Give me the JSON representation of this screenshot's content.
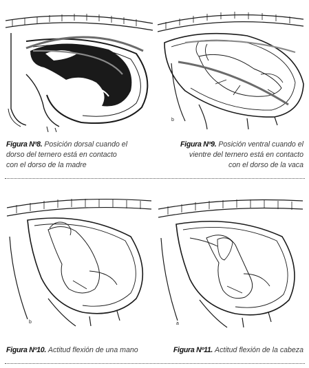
{
  "figures": [
    {
      "id": "fig8",
      "label": "Figura Nº8.",
      "lines": [
        "Posición dorsal cuando el",
        "dorso del ternero está en contacto",
        "con el dorso de la madre"
      ],
      "letter": ""
    },
    {
      "id": "fig9",
      "label": "Figura Nº9.",
      "lines": [
        "Posición ventral cuando el",
        "vientre del ternero está en contacto",
        "con el dorso de la vaca"
      ],
      "letter": "b"
    },
    {
      "id": "fig10",
      "label": "Figura Nº10.",
      "lines": [
        "Actitud flexión de una mano"
      ],
      "letter": "b"
    },
    {
      "id": "fig11",
      "label": "Figura Nº11.",
      "lines": [
        "Actitud flexión de la cabeza"
      ],
      "letter": "a"
    }
  ],
  "colors": {
    "text": "#3a3a3a",
    "label": "#111111",
    "ink": "#1a1a1a",
    "arrow": "#6b6b6b",
    "separator": "#555555"
  }
}
